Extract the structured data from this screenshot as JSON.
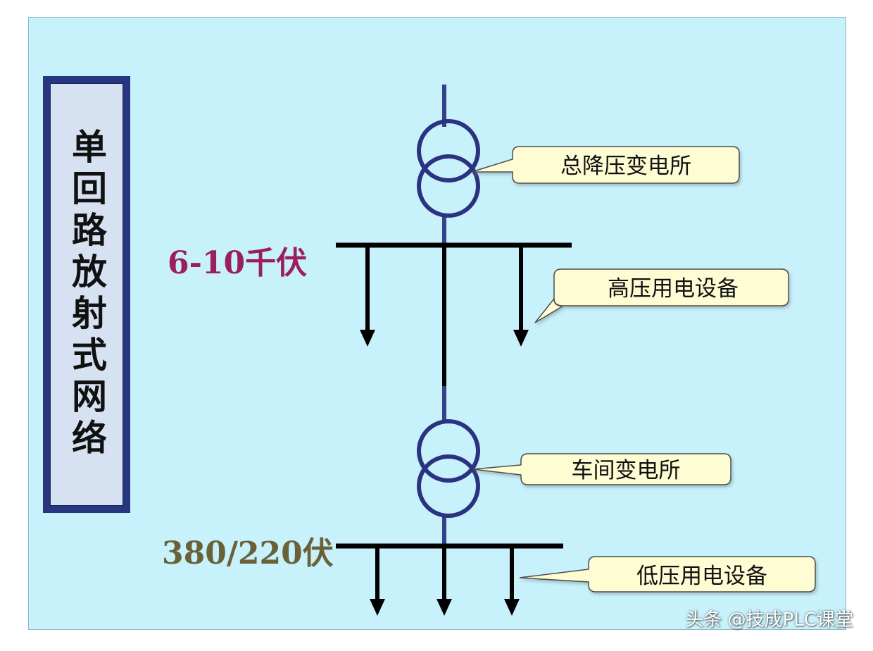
{
  "title": "单回路放射式网络",
  "voltages": {
    "high": "6-10千伏",
    "low": "380/220伏"
  },
  "callouts": {
    "main_substation": "总降压变电所",
    "hv_equipment": "高压用电设备",
    "workshop_substation": "车间变电所",
    "lv_equipment": "低压用电设备"
  },
  "colors": {
    "background": "#c7f1fb",
    "transformer": "#2b3380",
    "feeder_line": "#34428a",
    "busbar": "#000000",
    "callout_fill": "#fdfcd3",
    "high_voltage_label": "#9b1f5e",
    "low_voltage_label": "#6b6138"
  },
  "watermark": "头条 @技成PLC课堂"
}
